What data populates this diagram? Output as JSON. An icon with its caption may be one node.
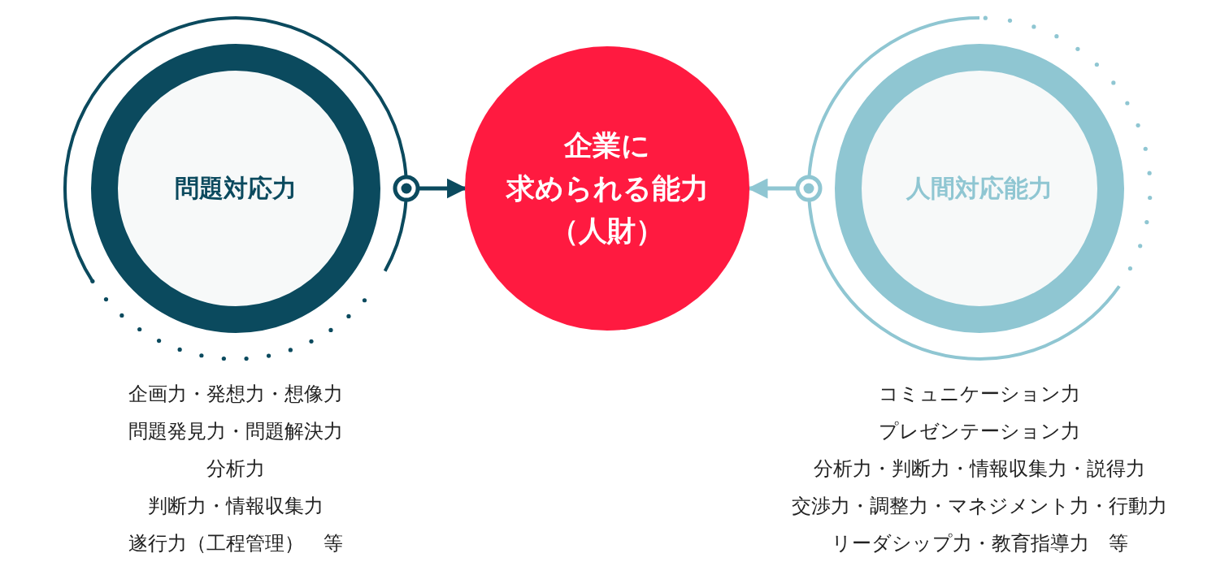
{
  "diagram": {
    "nodes": [
      {
        "text": [
          "問題対応力"
        ],
        "beside": [
          "企画力・発想力・想像力",
          "問題発見力・問題解決力",
          "分析力",
          "判断力・情報収集力",
          "遂行力（工程管理）　等"
        ]
      },
      {
        "text": [
          "企業に",
          "求められる能力",
          "（人財）"
        ]
      },
      {
        "text": [
          "人間対応能力"
        ],
        "beside": [
          "コミュニケーション力",
          "プレゼンテーション力",
          "分析力・判断力・情報収集力・説得力",
          "交渉力・調整力・マネジメント力・行動力",
          "リーダシップ力・教育指導力　等"
        ]
      }
    ],
    "edges": [
      {
        "from": 0,
        "to": 1,
        "arrow": "to",
        "color": "#0b4a5e"
      },
      {
        "from": 2,
        "to": 1,
        "arrow": "to",
        "color": "#8fc6d2"
      }
    ]
  }
}
